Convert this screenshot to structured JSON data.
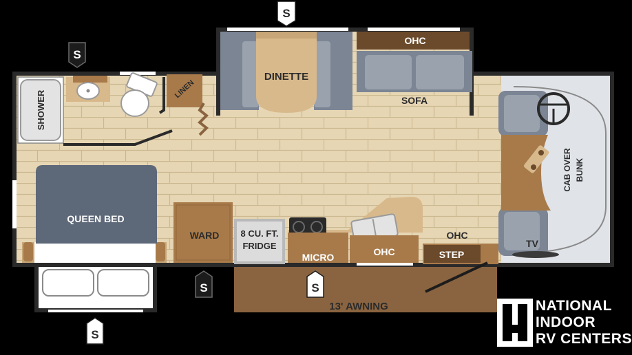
{
  "rooms": {
    "shower": "SHOWER",
    "linen": "LINEN",
    "dinette": "DINETTE",
    "ohc_top": "OHC",
    "sofa": "SOFA",
    "cab_over_bunk_1": "CAB OVER",
    "cab_over_bunk_2": "BUNK",
    "queen_bed": "QUEEN BED",
    "ward": "WARD",
    "fridge_1": "8 CU. FT.",
    "fridge_2": "FRIDGE",
    "micro": "MICRO",
    "ohc_kitchen": "OHC",
    "ohc_front": "OHC",
    "step": "STEP",
    "tv": "TV",
    "awning": "13' AWNING"
  },
  "slideout_marker": "S",
  "logo": {
    "line1": "NATIONAL",
    "line2": "INDOOR",
    "line3": "RV CENTERS"
  },
  "colors": {
    "background": "#000000",
    "floor_tile": "#e6d6b4",
    "wall": "#2a2a2a",
    "upholstery": "#7c8594",
    "bed_cover": "#5d6878",
    "cabinet_brown": "#a87a4a",
    "dark_wood": "#6b4a2b",
    "awning": "#8a6440"
  }
}
